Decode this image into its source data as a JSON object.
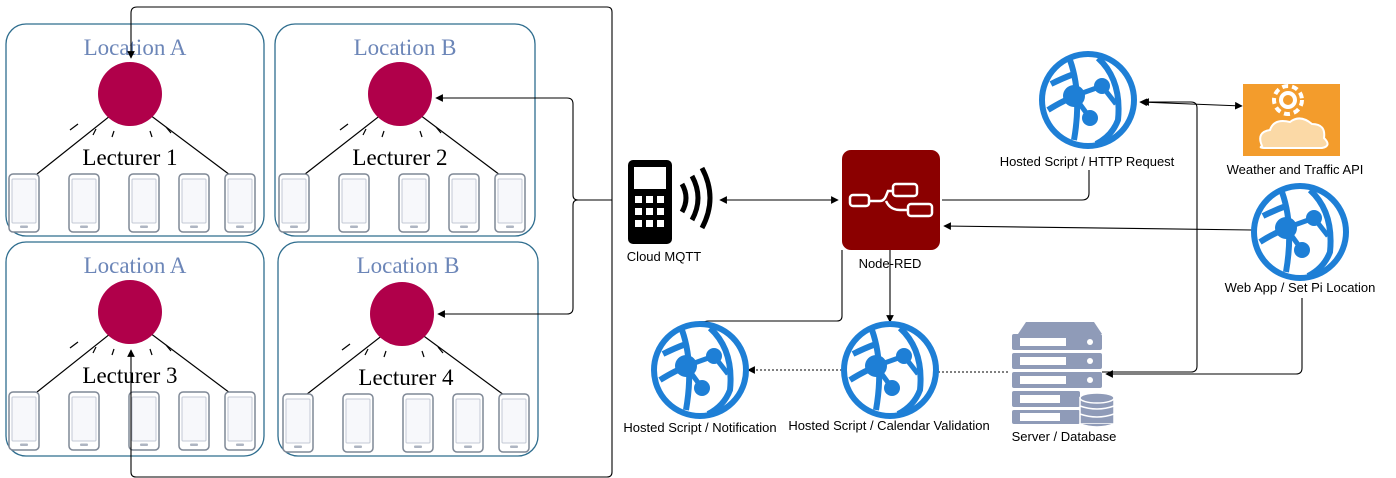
{
  "locations": [
    {
      "title": "Location A",
      "lecturer": "Lecturer 1"
    },
    {
      "title": "Location B",
      "lecturer": "Lecturer 2"
    },
    {
      "title": "Location A",
      "lecturer": "Lecturer 3"
    },
    {
      "title": "Location B",
      "lecturer": "Lecturer 4"
    }
  ],
  "nodes": {
    "mqtt": "Cloud MQTT",
    "nodered": "Node-RED",
    "http": "Hosted Script / HTTP Request",
    "weather": "Weather and Traffic API",
    "webapp": "Web App / Set Pi Location",
    "notification": "Hosted Script /  Notification",
    "calendar": "Hosted Script / Calendar Validation",
    "server": "Server / Database"
  },
  "colors": {
    "location_border": "#2e6d8e",
    "location_title": "#6c86b8",
    "lecturer_dot": "#b0004a",
    "nodered": "#8b0000",
    "azure_blue": "#1e7fd6",
    "weather_orange": "#f39c2c",
    "server_gray": "#8f9bb8"
  }
}
